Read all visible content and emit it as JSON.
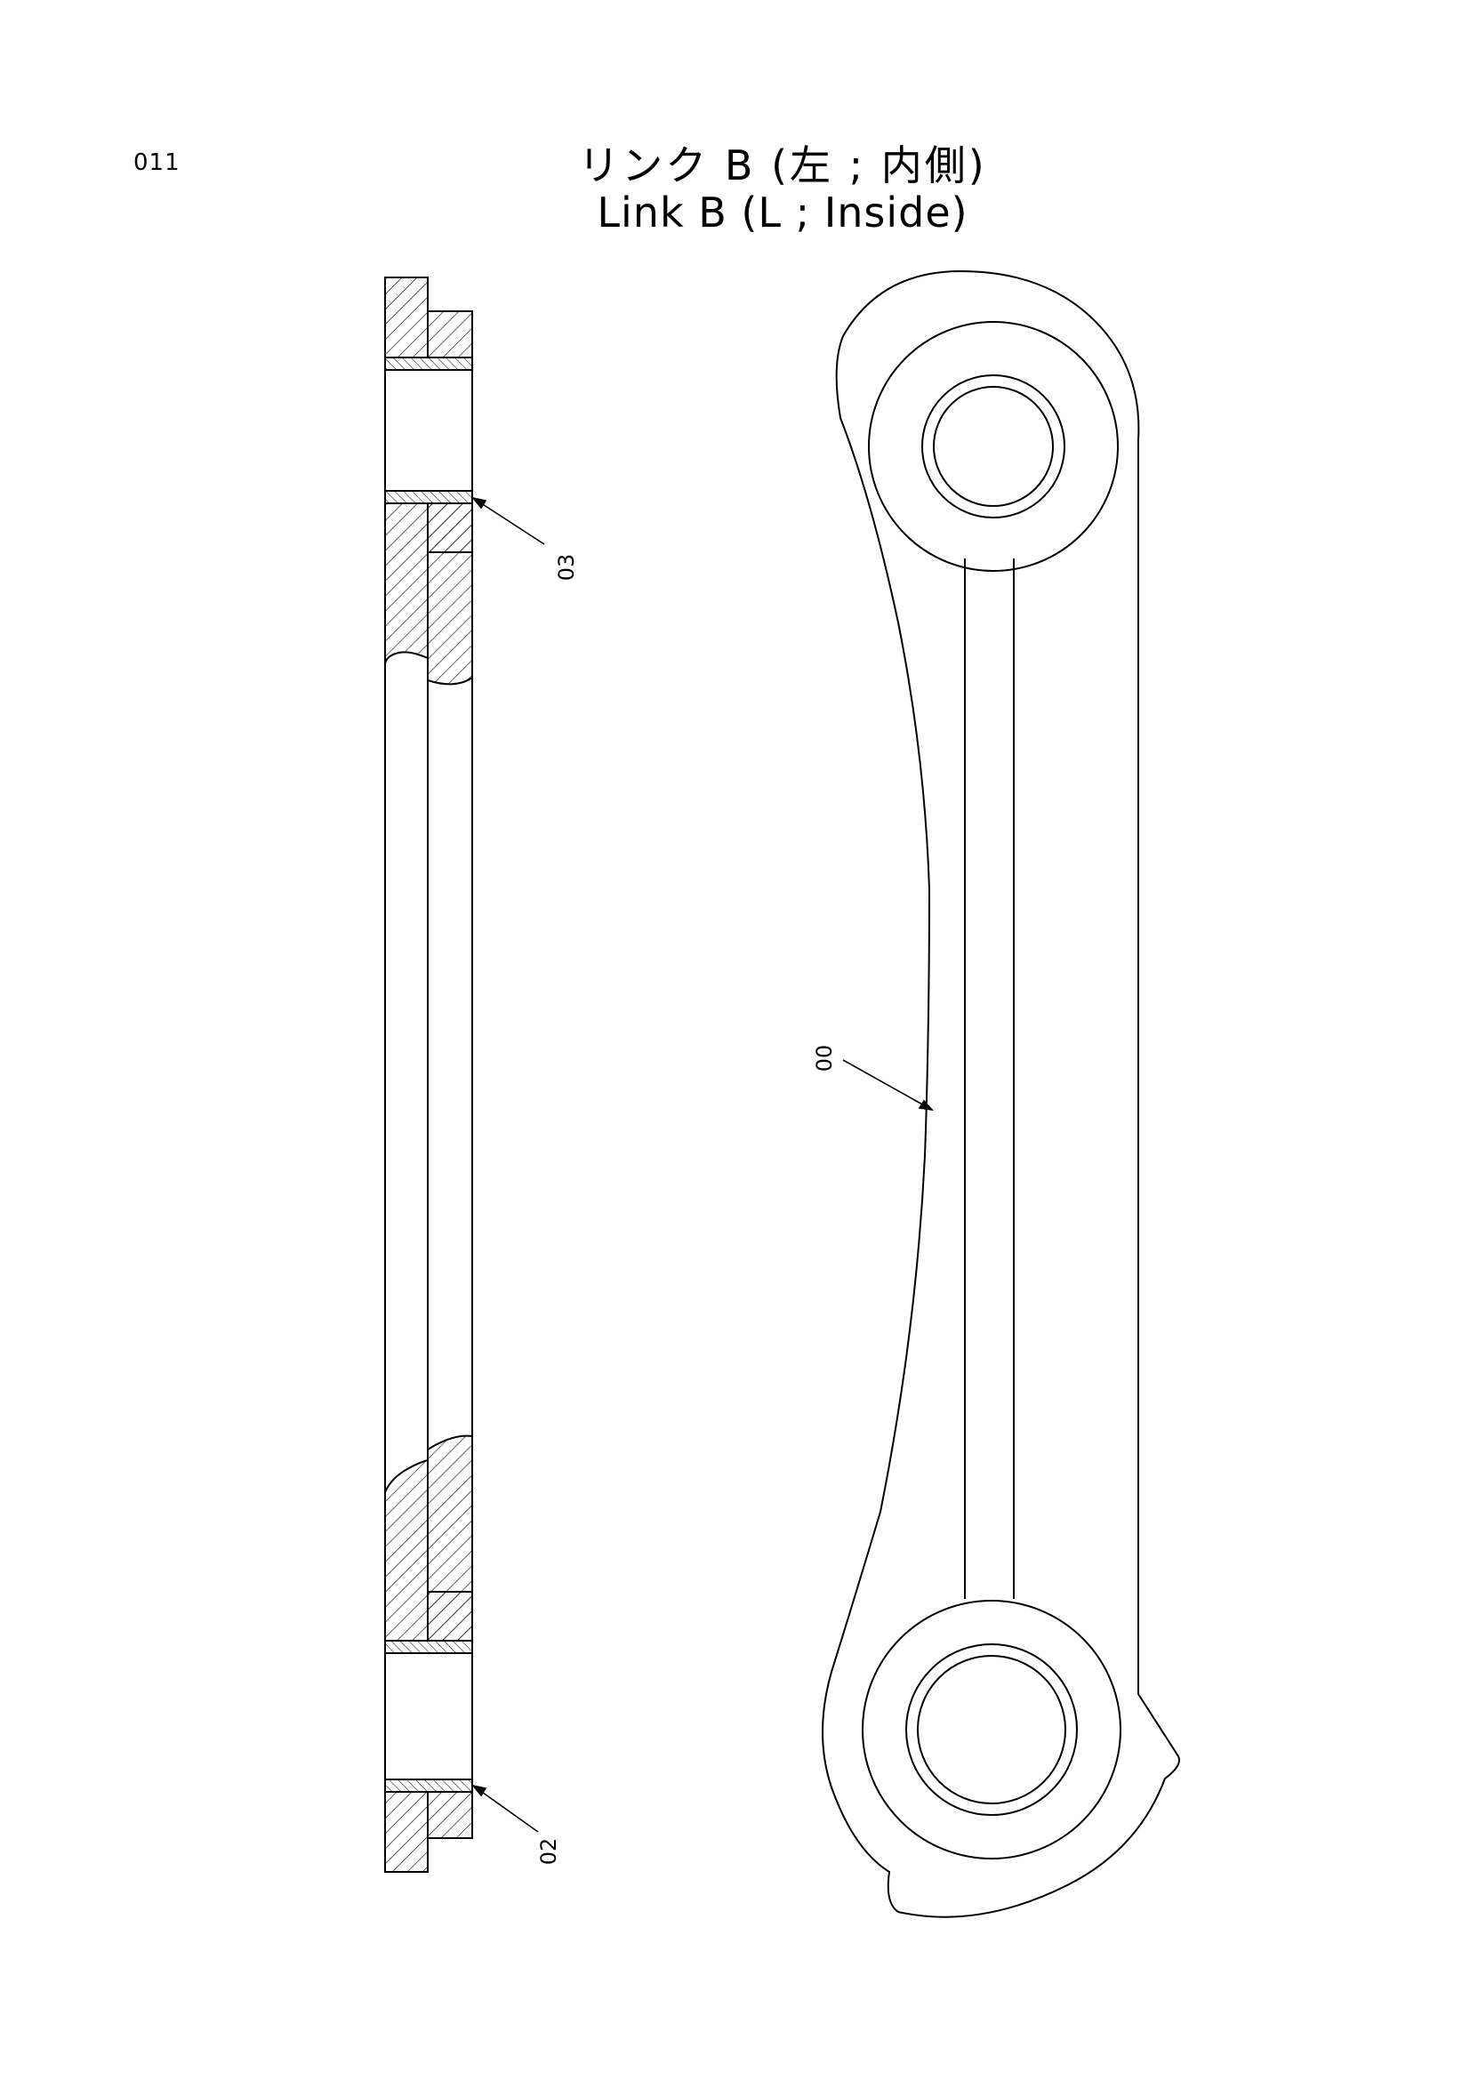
{
  "page_number": "011",
  "title": {
    "jp": "リンク B (左 ; 内側)",
    "en": "Link B (L ; Inside)"
  },
  "callouts": [
    {
      "id": "03",
      "label": "03"
    },
    {
      "id": "00",
      "label": "00"
    },
    {
      "id": "02",
      "label": "02"
    }
  ]
}
